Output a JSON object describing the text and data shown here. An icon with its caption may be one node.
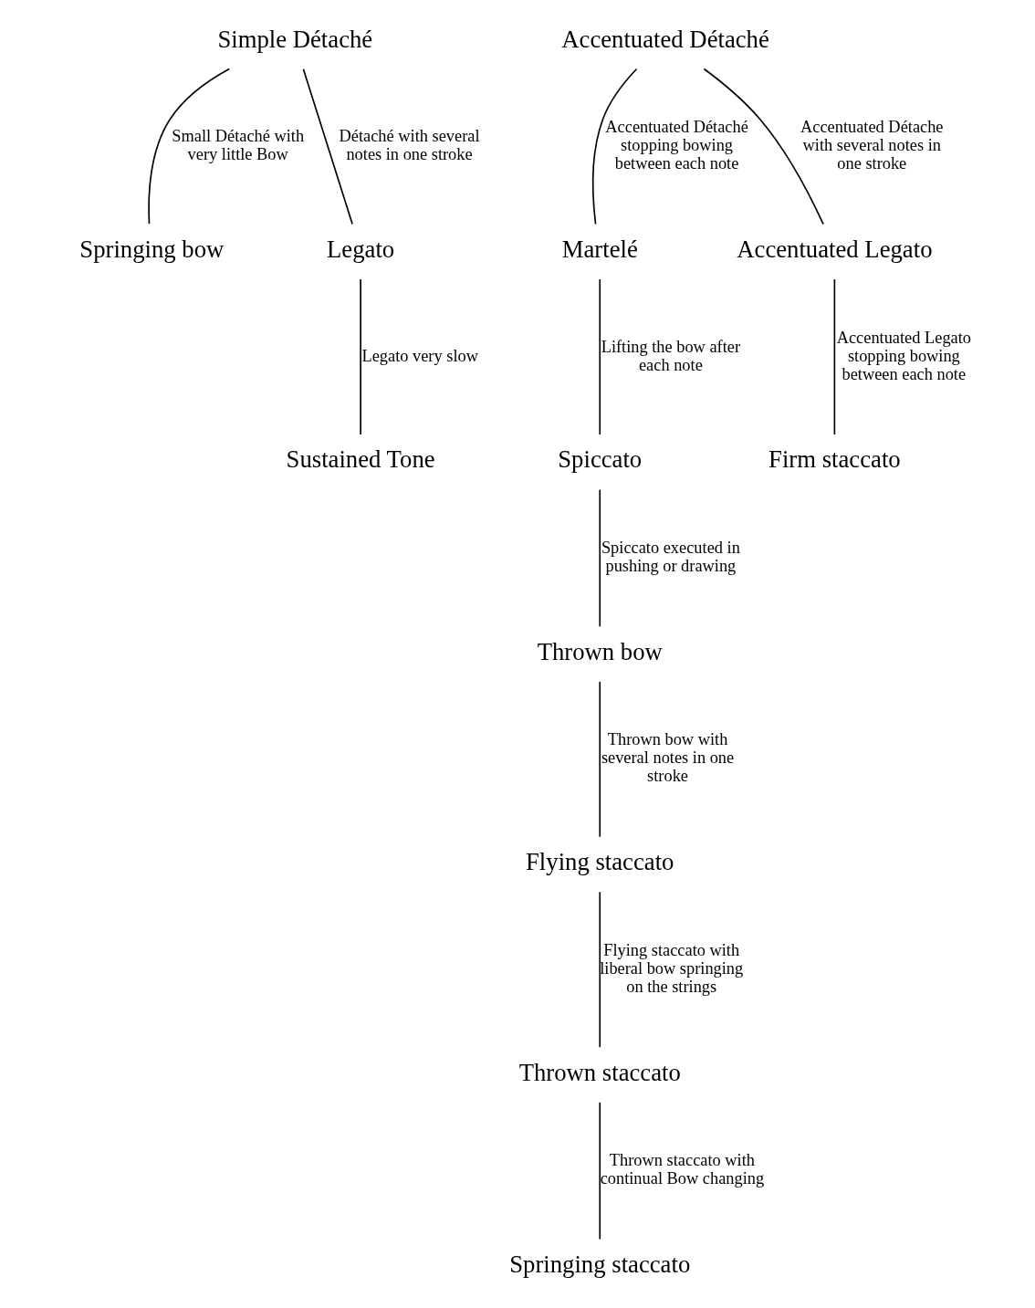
{
  "diagram": {
    "nodes": [
      {
        "text": [
          "Simple Détaché"
        ]
      },
      {
        "text": [
          "Springing bow"
        ]
      },
      {
        "text": [
          "Legato"
        ]
      },
      {
        "text": [
          "Sustained Tone"
        ]
      },
      {
        "text": [
          "Accentuated Détaché"
        ]
      },
      {
        "text": [
          "Martelé"
        ]
      },
      {
        "text": [
          "Accentuated Legato"
        ]
      },
      {
        "text": [
          "Spiccato"
        ]
      },
      {
        "text": [
          "Firm staccato"
        ]
      },
      {
        "text": [
          "Thrown bow"
        ]
      },
      {
        "text": [
          "Flying staccato"
        ]
      },
      {
        "text": [
          "Thrown staccato"
        ]
      },
      {
        "text": [
          "Springing staccato"
        ]
      }
    ],
    "edges": [
      {
        "from": 0,
        "to": 1,
        "arrow": "none",
        "label": "Small Détaché with very little Bow"
      },
      {
        "from": 0,
        "to": 2,
        "arrow": "none",
        "label": "Détaché with several notes in one stroke"
      },
      {
        "from": 2,
        "to": 3,
        "arrow": "none",
        "label": "Legato very slow"
      },
      {
        "from": 4,
        "to": 5,
        "arrow": "none",
        "label": "Accentuated Détaché stopping bowing between each note"
      },
      {
        "from": 4,
        "to": 6,
        "arrow": "none",
        "label": "Accentuated Détache with several notes in one stroke"
      },
      {
        "from": 5,
        "to": 7,
        "arrow": "none",
        "label": "Lifting the bow after each note"
      },
      {
        "from": 6,
        "to": 8,
        "arrow": "none",
        "label": "Accentuated Legato stopping bowing between each note"
      },
      {
        "from": 7,
        "to": 9,
        "arrow": "none",
        "label": "Spiccato executed in pushing or drawing"
      },
      {
        "from": 9,
        "to": 10,
        "arrow": "none",
        "label": "Thrown bow with several notes in one stroke"
      },
      {
        "from": 10,
        "to": 11,
        "arrow": "none",
        "label": "Flying staccato with liberal bow springing on the strings"
      },
      {
        "from": 11,
        "to": 12,
        "arrow": "none",
        "label": "Thrown staccato with continual Bow changing"
      }
    ]
  }
}
